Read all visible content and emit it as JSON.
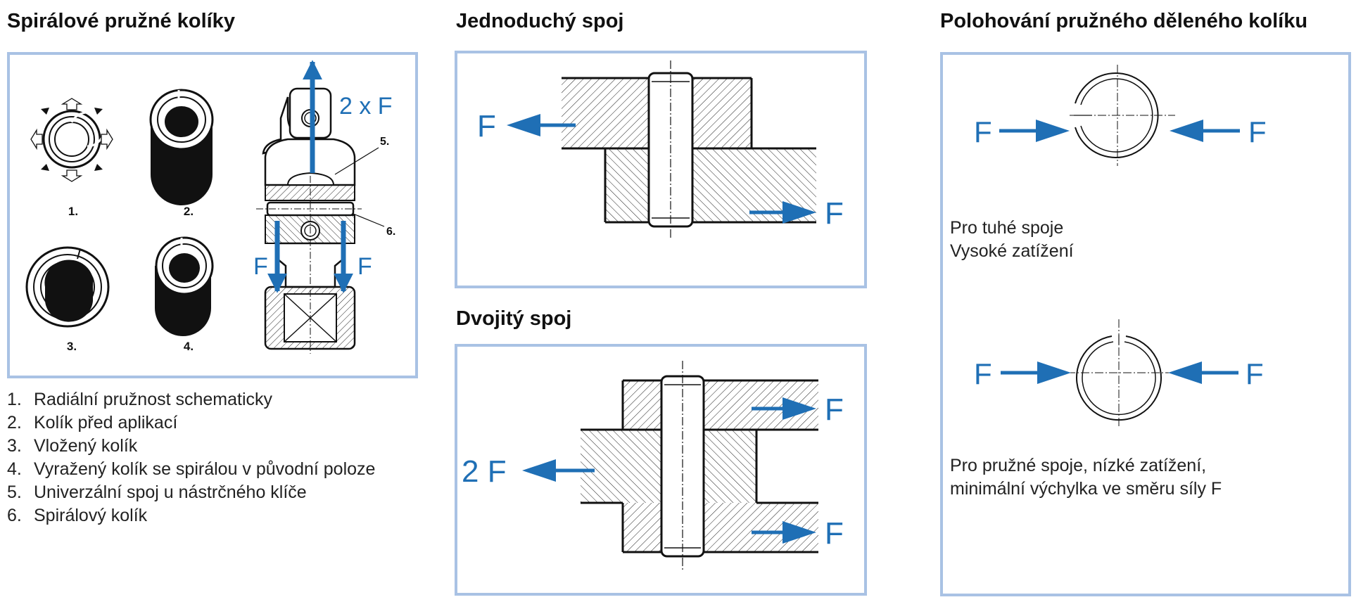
{
  "headings": {
    "spiral": "Spirálové pružné kolíky",
    "single": "Jednoduchý spoj",
    "double": "Dvojitý spoj",
    "positioning": "Polohování pružného děleného kolíku"
  },
  "spiral_panel": {
    "figures": [
      {
        "label": "1."
      },
      {
        "label": "2."
      },
      {
        "label": "3."
      },
      {
        "label": "4."
      }
    ],
    "wrench": {
      "force_top": "2 x F",
      "force_left": "F",
      "force_right": "F",
      "callout_5": "5.",
      "callout_6": "6."
    }
  },
  "legend": [
    {
      "num": "1.",
      "text": "Radiální pružnost schematicky"
    },
    {
      "num": "2.",
      "text": "Kolík před aplikací"
    },
    {
      "num": "3.",
      "text": "Vložený kolík"
    },
    {
      "num": "4.",
      "text": "Vyražený kolík se spirálou v původní poloze"
    },
    {
      "num": "5.",
      "text": "Univerzální spoj u nástrčného klíče"
    },
    {
      "num": "6.",
      "text": "Spirálový kolík"
    }
  ],
  "single_panel": {
    "force_left": "F",
    "force_right": "F"
  },
  "double_panel": {
    "force_left": "2 F",
    "force_right_top": "F",
    "force_right_bottom": "F"
  },
  "positioning_panel": {
    "top": {
      "force_left": "F",
      "force_right": "F",
      "note_line1": "Pro tuhé spoje",
      "note_line2": "Vysoké zatížení"
    },
    "bottom": {
      "force_left": "F",
      "force_right": "F",
      "note_line1": "Pro pružné spoje, nízké zatížení,",
      "note_line2": "minimální výchylka ve směru síly F"
    }
  },
  "colors": {
    "accent_blue": "#1f6fb5",
    "panel_border": "#a9c2e4",
    "ink": "#111111"
  }
}
